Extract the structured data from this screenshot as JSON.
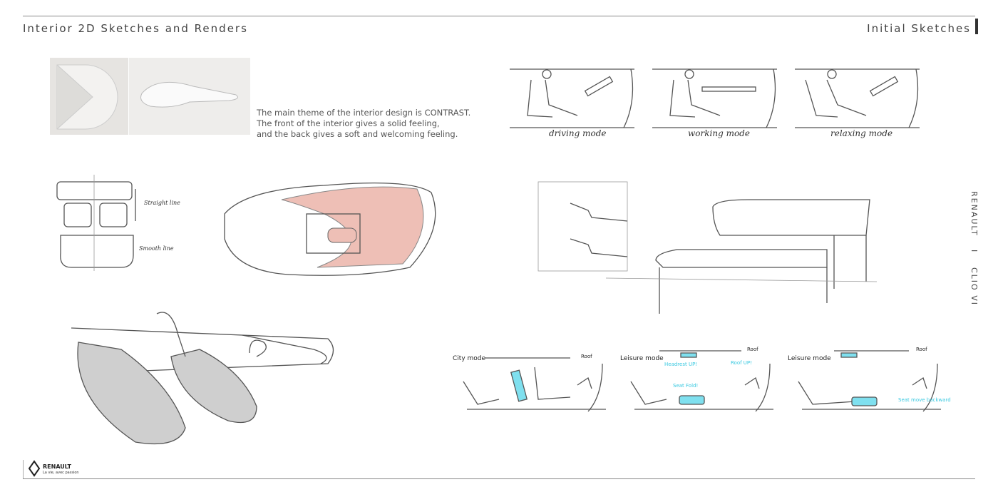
{
  "header": {
    "left_title": "Interior 2D Sketches and Renders",
    "right_title": "Initial Sketches"
  },
  "description": [
    "The main theme of the interior design is CONTRAST.",
    "The front of the interior gives a solid feeling,",
    "and the back gives a soft and welcoming feeling."
  ],
  "top_modes": [
    "driving mode",
    "working mode",
    "relaxing mode"
  ],
  "seat_notes": {
    "straight": "Straight line",
    "smooth": "Smooth line"
  },
  "bottom_modes": [
    {
      "label": "City mode",
      "roof": "Roof",
      "notes": []
    },
    {
      "label": "Leisure mode",
      "roof": "Roof",
      "notes": [
        "Headrest UP!",
        "Roof UP!",
        "Seat Fold!"
      ]
    },
    {
      "label": "Leisure mode",
      "roof": "Roof",
      "notes": [
        "Seat move backward"
      ]
    }
  ],
  "side_text": {
    "brand": "RENAULT",
    "sep": "I",
    "model": "CLIO VI"
  },
  "logo": {
    "name": "RENAULT",
    "tagline": "La vie, avec passion"
  },
  "colors": {
    "accent": "#36c8e0",
    "pink": "#eebfb6"
  }
}
